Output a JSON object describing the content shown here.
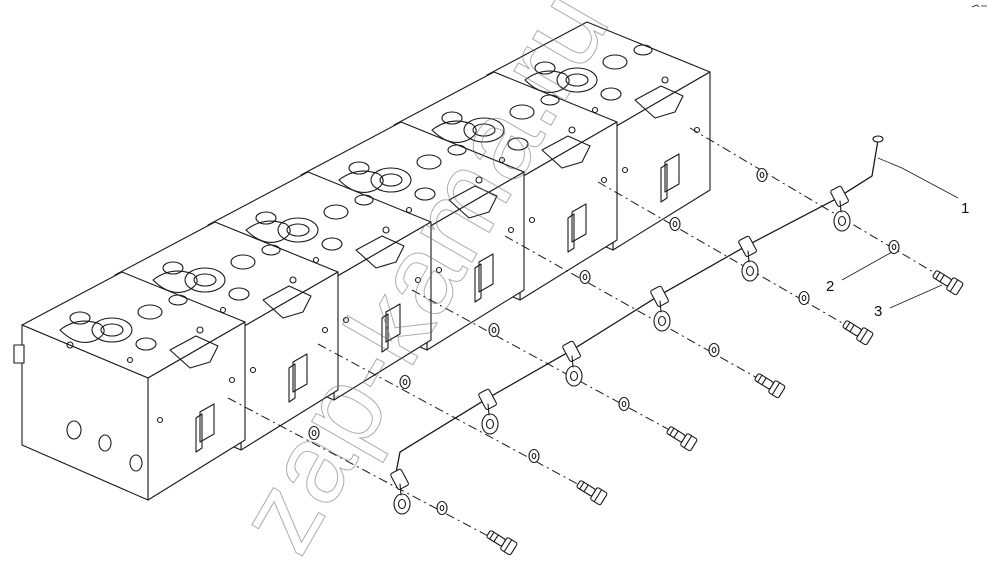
{
  "watermark": "zap-kama.ru",
  "callouts": [
    {
      "label": "1"
    },
    {
      "label": "2"
    },
    {
      "label": "3"
    }
  ]
}
